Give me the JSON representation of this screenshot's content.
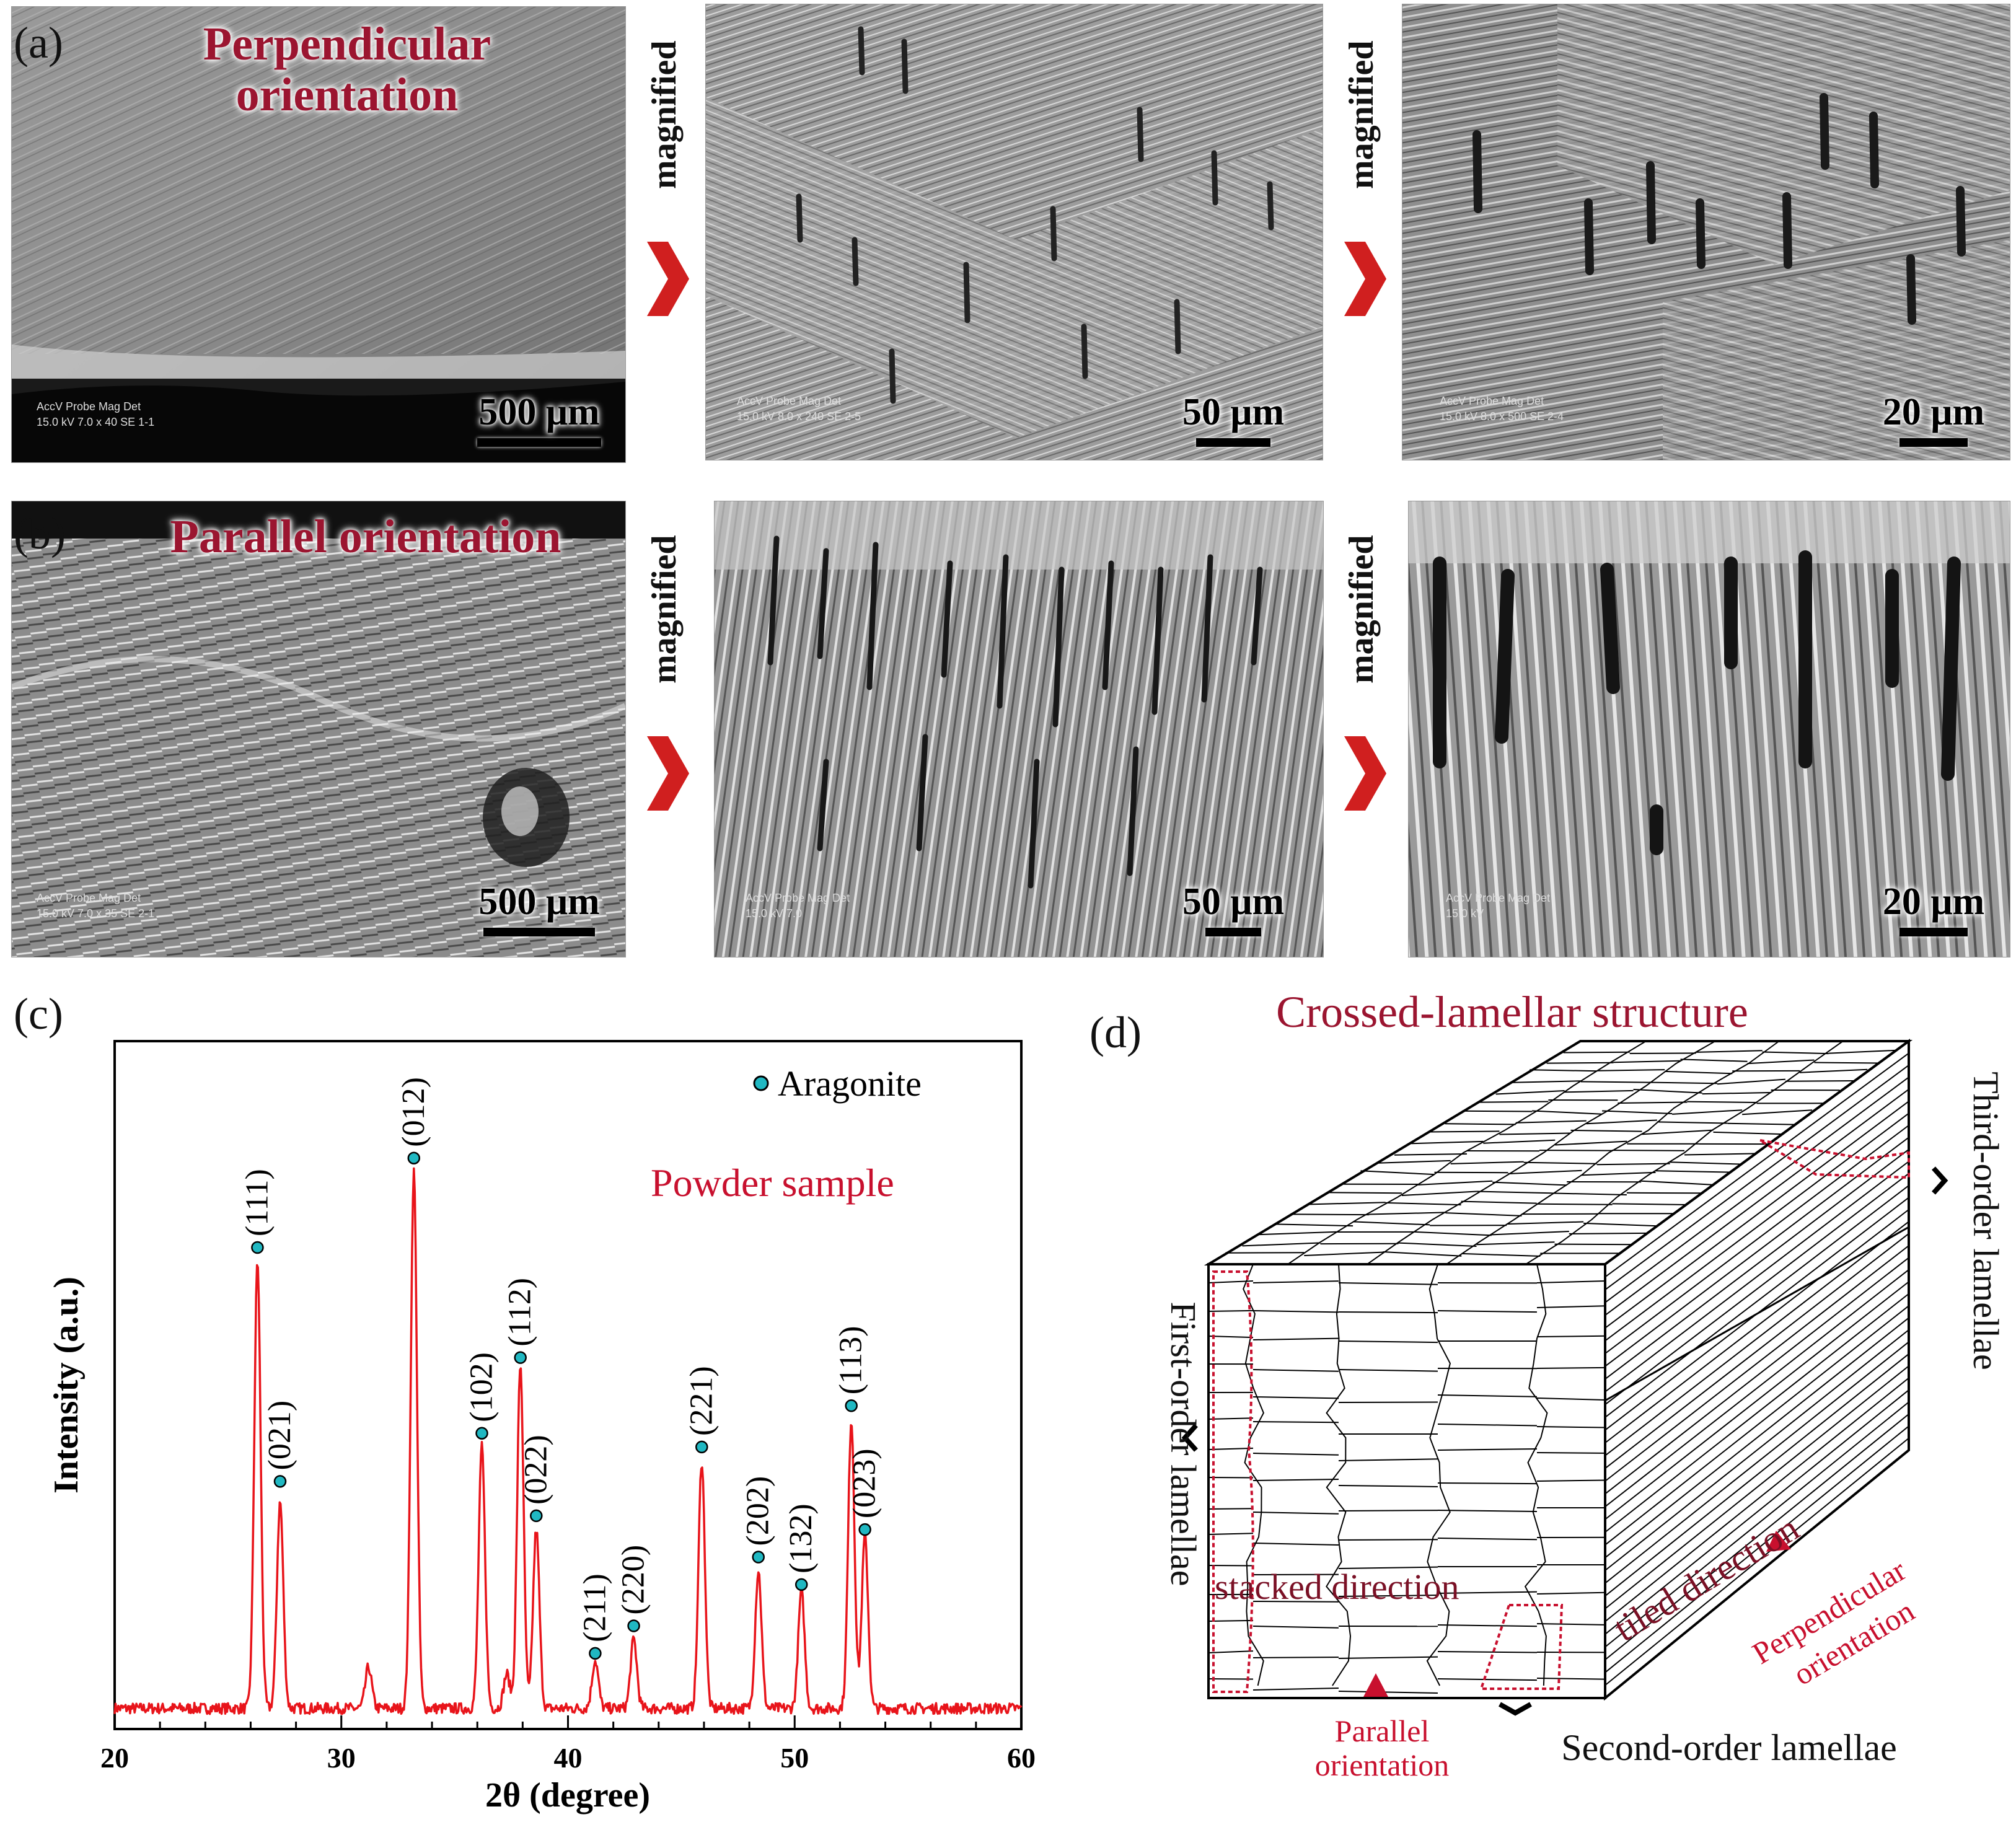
{
  "panels": {
    "a": {
      "letter": "(a)",
      "title": "Perpendicular orientation",
      "images": [
        {
          "scale": "500 μm",
          "info_top": "AccV  Probe  Mag  Det",
          "info_bottom": "15.0 kV  7.0  x 40  SE  1-1",
          "info_bar": "500μm"
        },
        {
          "scale": "50 μm",
          "info_top": "AccV  Probe  Mag  Det",
          "info_bottom": "15.0 kV  8.0  x 240  SE  2-5",
          "info_bar": "50μm"
        },
        {
          "scale": "20 μm",
          "info_top": "AccV  Probe  Mag  Det",
          "info_bottom": "15.0 kV  8.0  x 500  SE  2-4",
          "info_bar": "20μm"
        }
      ]
    },
    "b": {
      "letter": "(b)",
      "title": "Parallel orientation",
      "images": [
        {
          "scale": "500 μm",
          "info_top": "AccV  Probe  Mag  Det",
          "info_bottom": "15.0 kV  7.0  x 35  SE  2-1",
          "info_bar": "500μm"
        },
        {
          "scale": "50 μm",
          "info_top": "AccV  Probe  Mag  Det",
          "info_bottom": "15.0 kV  7.0",
          "info_bar": "50μm"
        },
        {
          "scale": "20 μm",
          "info_top": "AccV  Probe  Mag  Det",
          "info_bottom": "15.0 kV",
          "info_bar": "20μm"
        }
      ]
    },
    "arrow_label": "magnified",
    "c": {
      "letter": "(c)"
    },
    "d": {
      "letter": "(d)",
      "title": "Crossed-lamellar structure",
      "labels": {
        "first_order": "First-order lamellae",
        "second_order": "Second-order lamellae",
        "third_order": "Third-order lamellae",
        "stacked": "stacked direction",
        "tiled": "tiled direction",
        "parallel": [
          "Parallel",
          "orientation"
        ],
        "perpendicular": [
          "Perpendicular",
          "orientation"
        ]
      }
    }
  },
  "chart_data": {
    "type": "line",
    "xlabel": "2θ (degree)",
    "ylabel": "Intensity (a.u.)",
    "xlim": [
      20,
      60
    ],
    "ylim": [
      0,
      100
    ],
    "xticks": [
      20,
      30,
      40,
      50,
      60
    ],
    "legend": {
      "marker_label": "Aragonite",
      "placement": "top-right"
    },
    "annotation": "Powder sample",
    "series": [
      {
        "color": "#e8141a",
        "baseline": 3,
        "peaks": [
          {
            "x": 26.3,
            "y": 65
          },
          {
            "x": 27.3,
            "y": 30
          },
          {
            "x": 31.2,
            "y": 6
          },
          {
            "x": 33.2,
            "y": 78
          },
          {
            "x": 36.2,
            "y": 38
          },
          {
            "x": 37.3,
            "y": 5
          },
          {
            "x": 37.9,
            "y": 50
          },
          {
            "x": 38.6,
            "y": 26
          },
          {
            "x": 41.2,
            "y": 7
          },
          {
            "x": 42.9,
            "y": 10
          },
          {
            "x": 45.9,
            "y": 36
          },
          {
            "x": 48.4,
            "y": 20
          },
          {
            "x": 50.3,
            "y": 17
          },
          {
            "x": 52.5,
            "y": 42
          },
          {
            "x": 53.1,
            "y": 25
          }
        ]
      }
    ],
    "peak_labels": [
      {
        "label": "(111)",
        "x": 26.3,
        "y": 70
      },
      {
        "label": "(021)",
        "x": 27.3,
        "y": 36
      },
      {
        "label": "(012)",
        "x": 33.2,
        "y": 83
      },
      {
        "label": "(102)",
        "x": 36.2,
        "y": 43
      },
      {
        "label": "(112)",
        "x": 37.9,
        "y": 54
      },
      {
        "label": "(022)",
        "x": 38.6,
        "y": 31
      },
      {
        "label": "(211)",
        "x": 41.2,
        "y": 11
      },
      {
        "label": "(220)",
        "x": 42.9,
        "y": 15
      },
      {
        "label": "(221)",
        "x": 45.9,
        "y": 41
      },
      {
        "label": "(202)",
        "x": 48.4,
        "y": 25
      },
      {
        "label": "(132)",
        "x": 50.3,
        "y": 21
      },
      {
        "label": "(113)",
        "x": 52.5,
        "y": 47
      },
      {
        "label": "(023)",
        "x": 53.1,
        "y": 29
      }
    ]
  },
  "colors": {
    "accent_red": "#9b1530",
    "arrow_red": "#d01f1f",
    "marker": "#20b8c2",
    "line": "#e8141a"
  }
}
